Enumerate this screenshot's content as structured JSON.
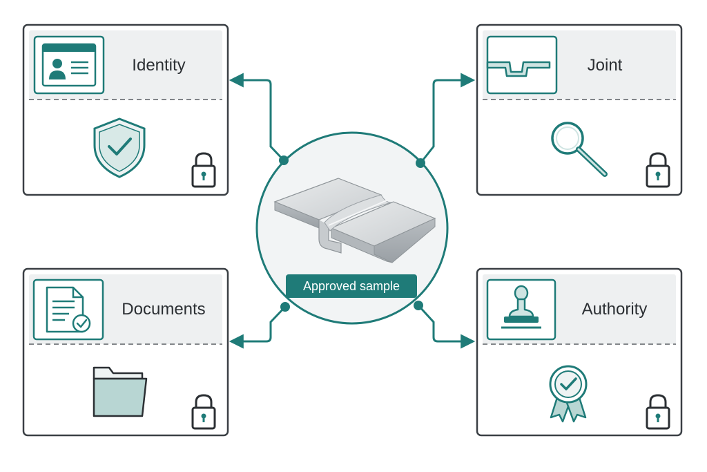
{
  "center": {
    "label": "Approved sample",
    "image_icon": "folded-sheet-metal-seam-icon"
  },
  "cards": [
    {
      "id": "identity",
      "title": "Identity",
      "header_icon": "id-card-icon",
      "body_icon": "shield-check-icon",
      "corner_icon": "padlock-icon"
    },
    {
      "id": "joint",
      "title": "Joint",
      "header_icon": "seam-joint-profile-icon",
      "body_icon": "magnifier-icon",
      "corner_icon": "padlock-icon"
    },
    {
      "id": "documents",
      "title": "Documents",
      "header_icon": "document-check-icon",
      "body_icon": "folder-icon",
      "corner_icon": "padlock-icon"
    },
    {
      "id": "authority",
      "title": "Authority",
      "header_icon": "stamp-icon",
      "body_icon": "award-ribbon-icon",
      "corner_icon": "padlock-icon"
    }
  ],
  "colors": {
    "teal": "#1f7b78",
    "teal_light": "#cfe4e2",
    "frame": "#3a3f44",
    "header_bg": "#eef0f1",
    "circle_bg": "#f2f4f5",
    "divider": "#5a5f64"
  }
}
